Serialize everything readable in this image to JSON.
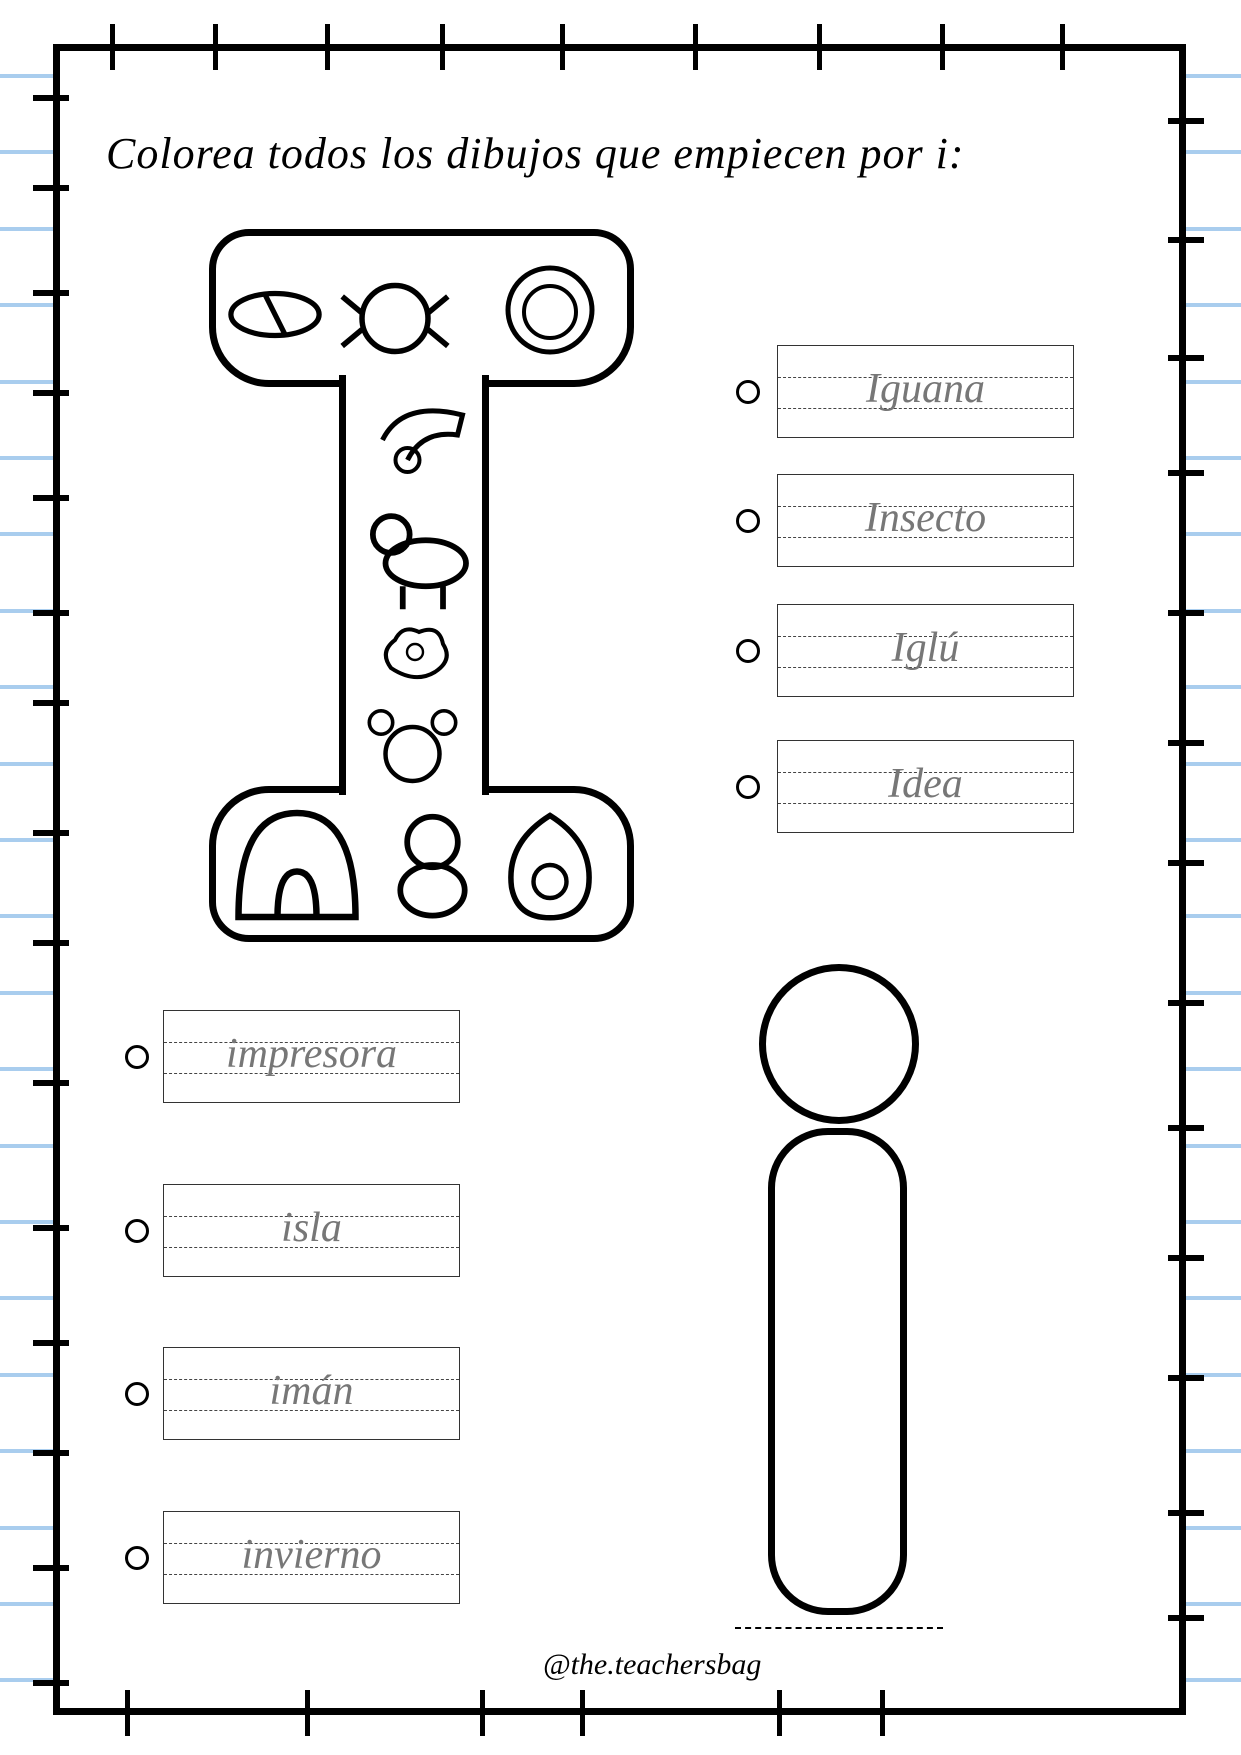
{
  "title": "Colorea todos los dibujos que empiecen por i:",
  "big_I_pictures": [
    "airplane-icon",
    "spider-icon",
    "astronaut-icon",
    "iguana-icon",
    "unicorn-icon",
    "idea-bulb-icon",
    "girl-icon",
    "igloo-icon",
    "bear-icon",
    "avocado-icon"
  ],
  "small_i_pictures": [
    "magnet-icon",
    "rainbow-icon",
    "snowy-tree-icon",
    "printer-icon",
    "island-icon"
  ],
  "right_words": [
    "Iguana",
    "Insecto",
    "Iglú",
    "Idea"
  ],
  "left_words": [
    "impresora",
    "isla",
    "imán",
    "invierno"
  ],
  "footer": "@the.teachersbag",
  "colors": {
    "frame": "#000000",
    "notebook_lines": "#a9cdee"
  }
}
